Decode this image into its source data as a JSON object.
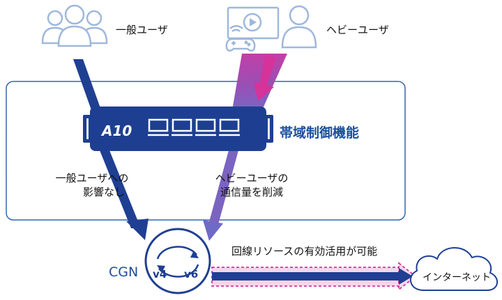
{
  "users": {
    "general_label": "一般ユーザ",
    "heavy_label": "ヘビーユーザ"
  },
  "device": {
    "brand": "A10",
    "feature_label": "帯域制御機能"
  },
  "notes": {
    "general_line1": "一般ユーザへの",
    "general_line2": "影響なし",
    "heavy_line1": "ヘビーユーザの",
    "heavy_line2": "通信量を削減"
  },
  "cgn": {
    "label": "CGN",
    "v4": "v4",
    "v6": "v6"
  },
  "flow": {
    "message": "回線リソースの有効活用が可能"
  },
  "internet": {
    "label": "インターネット"
  },
  "colors": {
    "navy": "#1f3f93",
    "blue": "#1b4f9c",
    "outline": "#3565b0",
    "magenta": "#d6339a",
    "purple": "#8a55b7",
    "icon": "#9fb8db"
  }
}
